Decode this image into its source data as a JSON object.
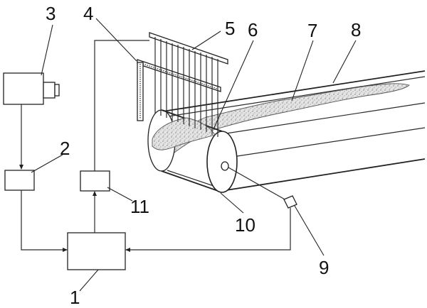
{
  "labels": {
    "n1": "1",
    "n2": "2",
    "n3": "3",
    "n4": "4",
    "n5": "5",
    "n6": "6",
    "n7": "7",
    "n8": "8",
    "n9": "9",
    "n10": "10",
    "n11": "11"
  },
  "colors": {
    "line": "#222222",
    "background": "#ffffff",
    "material": "#bdbdbd"
  }
}
